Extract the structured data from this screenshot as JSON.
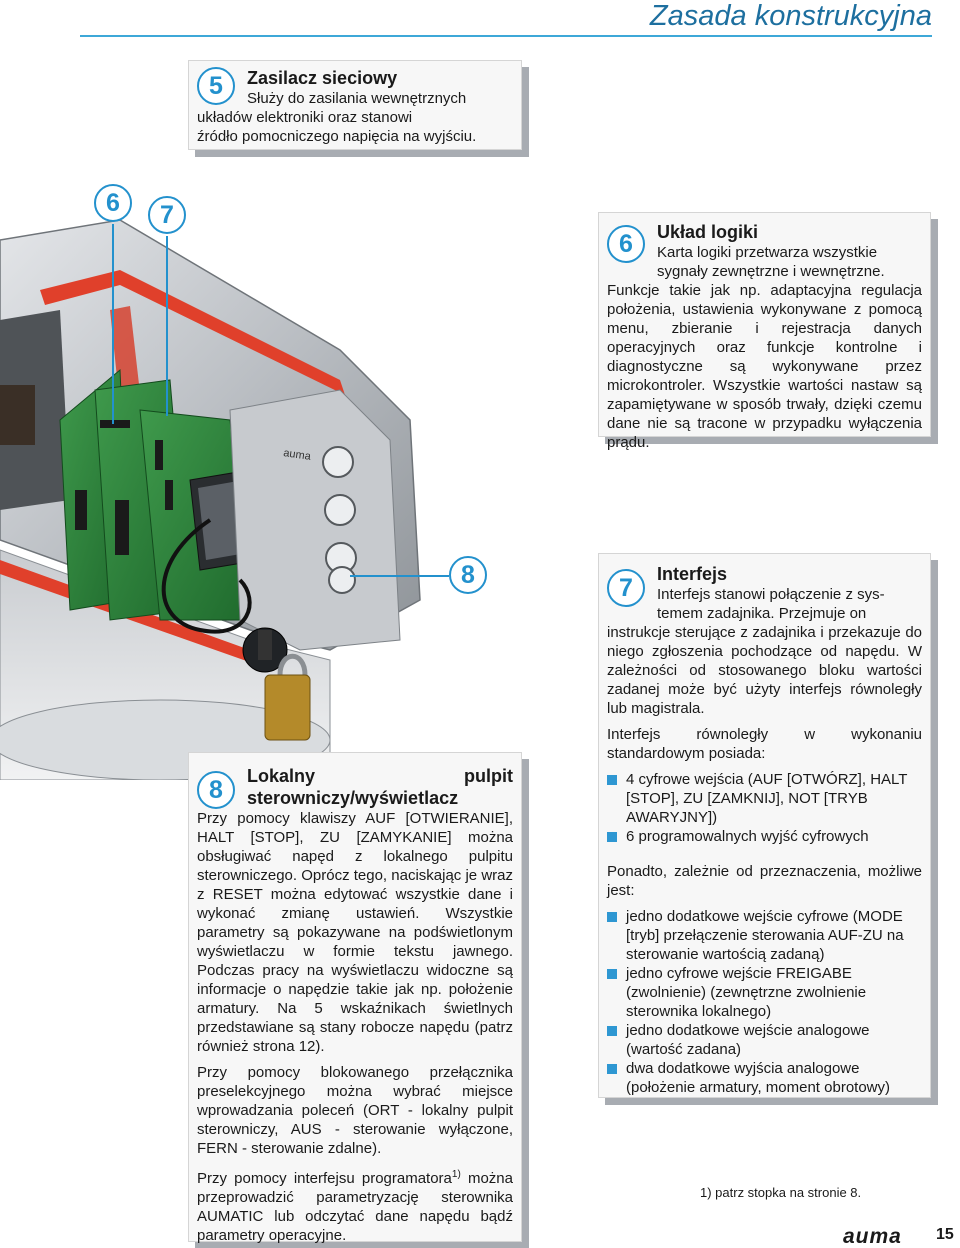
{
  "header": {
    "title": "Zasada konstrukcyjna"
  },
  "callouts": {
    "c6": "6",
    "c7": "7",
    "c8": "8"
  },
  "box5": {
    "number": "5",
    "title": "Zasilacz sieciowy",
    "line1": "Służy do zasilania wewnętrznych",
    "line2": "układów elektroniki oraz stanowi",
    "line3": "źródło pomocniczego napięcia na wyjściu."
  },
  "box6": {
    "number": "6",
    "title": "Układ logiki",
    "line1": "Karta logiki przetwarza wszystkie",
    "line2": "sygnały zewnętrzne i wewnętrzne.",
    "body": "Funkcje takie jak np. adaptacyjna regulacja położenia, ustawienia wykonywane z pomocą menu, zbieranie i rejestracja danych operacyjnych oraz funkcje kontrolne i diagnostyczne są wykonywane przez microkontroler. Wszystkie wartości nastaw są zapamiętywane w sposób trwały, dzięki czemu dane nie są tracone w przypadku wyłączenia prądu."
  },
  "box7": {
    "number": "7",
    "title": "Interfejs",
    "line1": "Interfejs stanowi połączenie z sys-",
    "line2": "temem zadajnika. Przejmuje on",
    "body": "instrukcje sterujące z zadajnika i przekazuje do niego zgłoszenia pochodzące od napędu. W zależności od stosowanego bloku wartości zadanej może być użyty interfejs równoległy lub magistrala.",
    "intro": "Interfejs równoległy w wykonaniu standardowym posiada:",
    "bullets1": [
      "4 cyfrowe wejścia (AUF [OTWÓRZ], HALT [STOP], ZU [ZAMKNIJ], NOT [TRYB AWARYJNY])",
      "6 programowalnych wyjść cyfrowych"
    ],
    "intro2": "Ponadto, zależnie od przeznaczenia, możliwe jest:",
    "bullets2": [
      "jedno dodatkowe wejście cyfrowe (MODE [tryb] przełączenie sterowania AUF-ZU na sterowanie wartością zadaną)",
      "jedno cyfrowe wejście FREIGABE (zwolnienie) (zewnętrzne zwolnienie sterownika lokalnego)",
      "jedno dodatkowe wejście analogowe (wartość zadana)",
      "dwa dodatkowe wyjścia analogowe (położenie armatury, moment obrotowy)"
    ]
  },
  "box8": {
    "number": "8",
    "title": "Lokalny pulpit sterowniczy/wyświetlacz",
    "body1": "Przy pomocy klawiszy AUF [OTWIERANIE], HALT [STOP], ZU [ZAMYKANIE] można obsługiwać napęd z lokalnego pulpitu sterowniczego. Oprócz tego, naciskając je wraz z RESET można edytować wszystkie dane i wykonać zmianę ustawień. Wszystkie parametry są pokazywane na podświetlonym wyświetlaczu w formie tekstu jawnego. Podczas pracy na wyświetlaczu widoczne są informacje o napędzie takie jak np. położenie armatury. Na 5 wskaźnikach świetlnych przedstawiane są stany robocze napędu (patrz również strona 12).",
    "body2": "Przy pomocy blokowanego przełącznika preselekcyjnego można wybrać miejsce wprowadzania poleceń (ORT - lokalny pulpit sterowniczy, AUS - sterowanie wyłączone, FERN - sterowanie zdalne).",
    "body3_pre": "Przy pomocy interfejsu programatora",
    "body3_sup": "1)",
    "body3_post": " można przeprowadzić parametryzację sterownika AUMATIC lub odczytać dane napędu bądź parametry operacyjne."
  },
  "device_labels": {
    "brand": "auma"
  },
  "footnote": "1)  patrz stopka na stronie 8.",
  "footer": {
    "brand": "auma",
    "page": "15"
  }
}
